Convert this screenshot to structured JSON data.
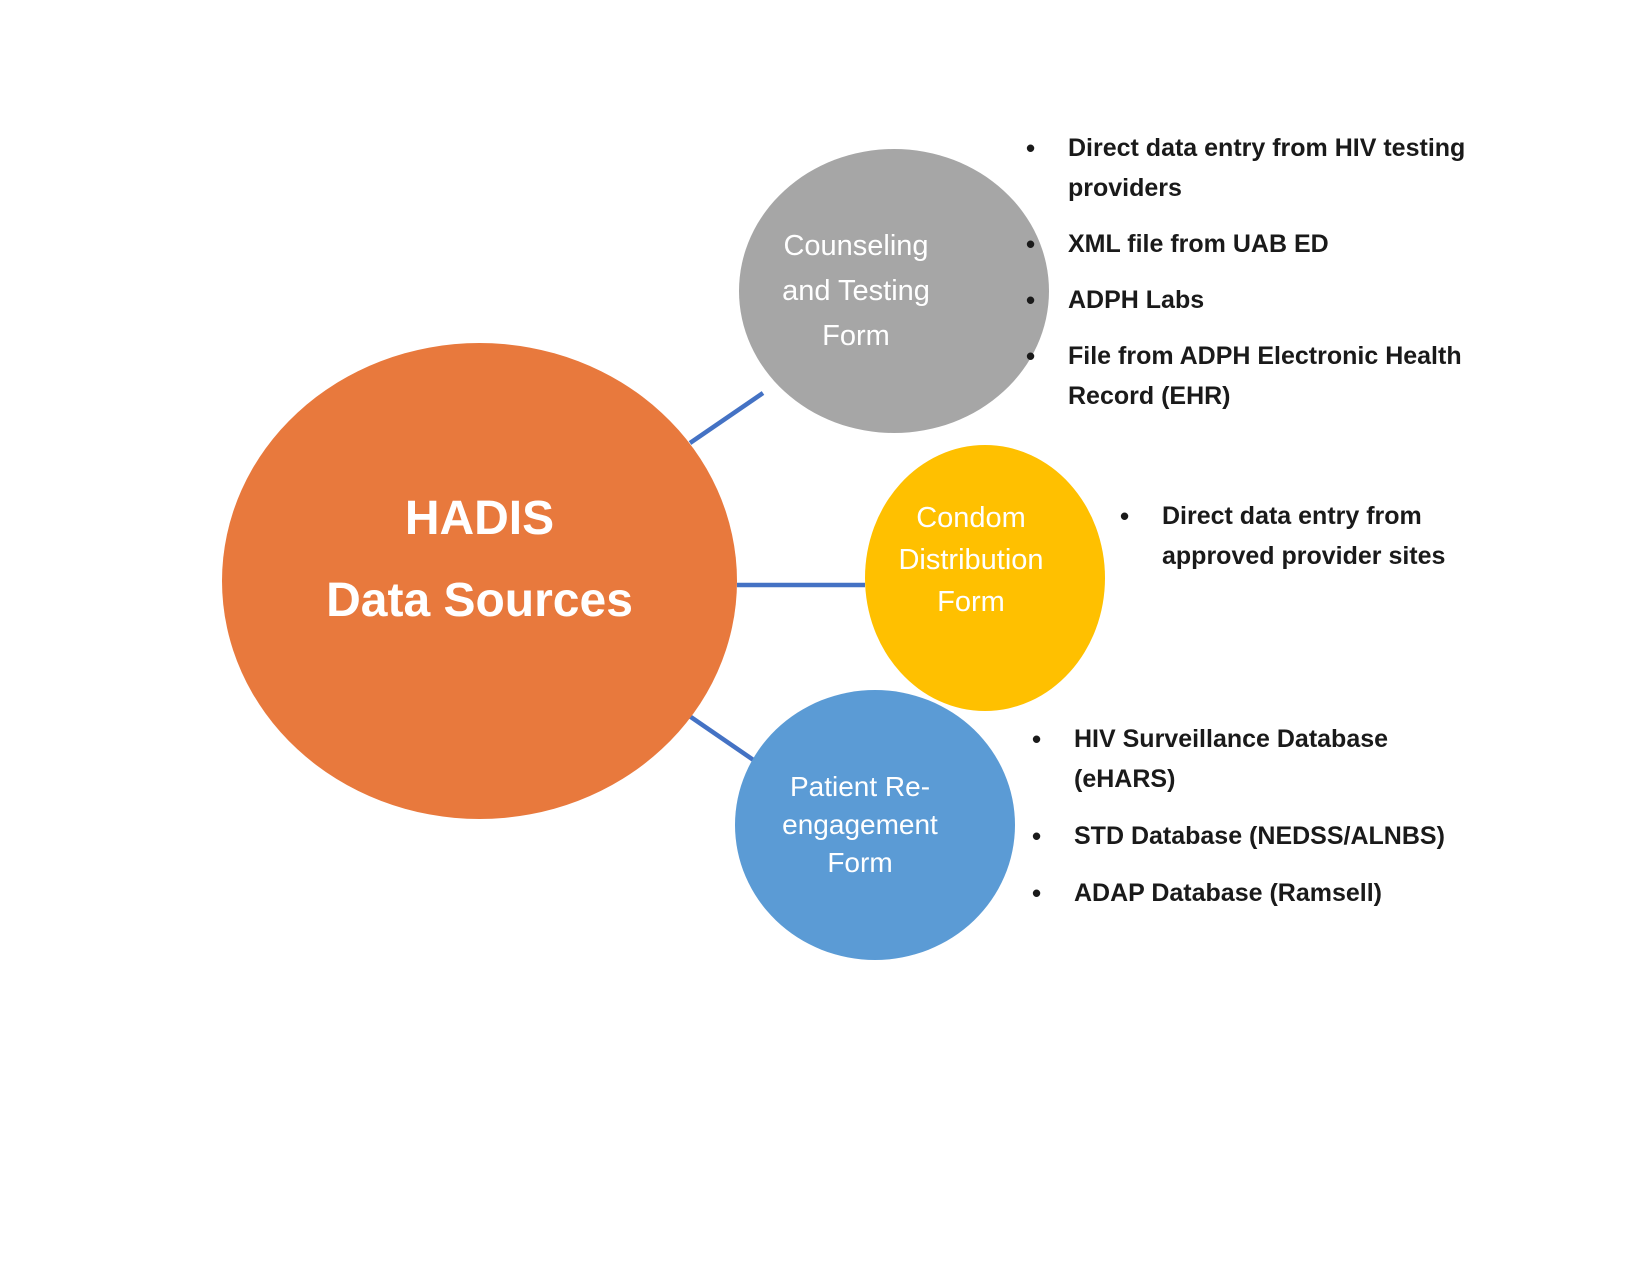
{
  "diagram": {
    "center_label": "HADIS\nData Sources"
  },
  "nodes": [
    {
      "id": "counseling",
      "label": "Counseling\nand Testing\nForm"
    },
    {
      "id": "condom",
      "label": "Condom\nDistribution\nForm"
    },
    {
      "id": "patient",
      "label": "Patient Re-\nengagement\nForm"
    }
  ],
  "lists": {
    "counseling": [
      "Direct data entry from HIV testing\nproviders",
      "XML file from UAB ED",
      "ADPH Labs",
      "File from ADPH Electronic Health\nRecord (EHR)"
    ],
    "condom": [
      "Direct data entry from\napproved provider sites"
    ],
    "patient": [
      "HIV Surveillance Database\n(eHARS)",
      "STD Database (NEDSS/ALNBS)",
      "ADAP Database (Ramsell)"
    ]
  },
  "ui": {
    "bullet_char": "•"
  },
  "colors": {
    "center-node": "#E8793D",
    "node-counseling": "#A6A6A6",
    "node-condom": "#FFC000",
    "node-patient": "#5B9BD5",
    "connector": "#4472C4",
    "bullet-text": "#1A1A1A",
    "node-text": "#FFFFFF"
  }
}
